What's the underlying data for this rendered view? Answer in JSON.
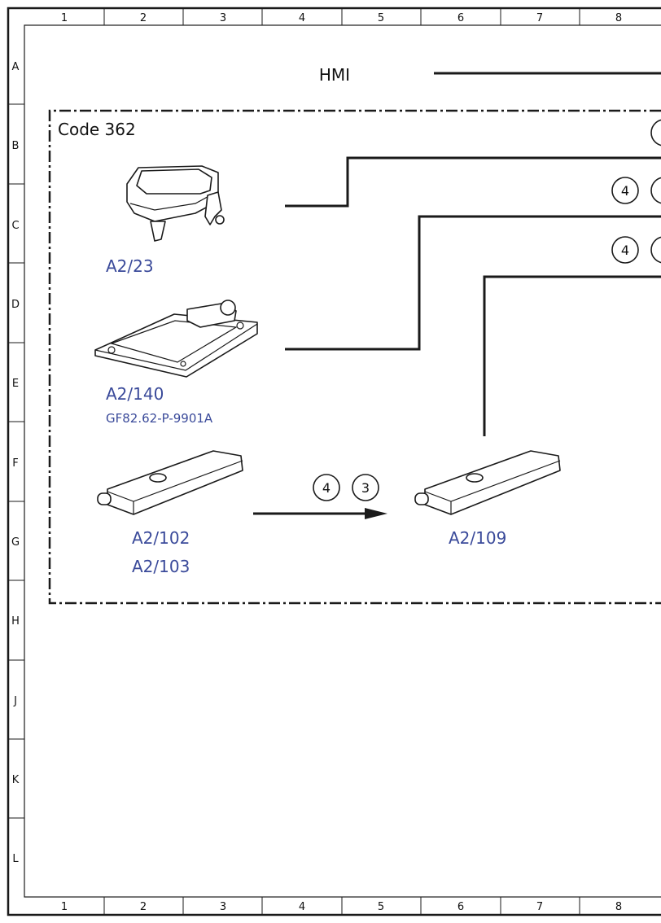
{
  "frame": {
    "columns": [
      "1",
      "2",
      "3",
      "4",
      "5",
      "6",
      "7",
      "8"
    ],
    "rows": [
      "A",
      "B",
      "C",
      "D",
      "E",
      "F",
      "G",
      "H",
      "J",
      "K",
      "L"
    ]
  },
  "header": {
    "title": "HMI"
  },
  "group": {
    "title": "Code 362"
  },
  "components": {
    "a2_23": {
      "label": "A2/23"
    },
    "a2_140": {
      "label": "A2/140",
      "part_number": "GF82.62-P-9901A"
    },
    "a2_102": {
      "label_1": "A2/102",
      "label_2": "A2/103"
    },
    "a2_109": {
      "label": "A2/109"
    }
  },
  "bubbles": {
    "wire_1": [
      "4",
      ""
    ],
    "wire_2": [
      "4",
      ""
    ],
    "arrow": [
      "4",
      "3"
    ]
  },
  "colors": {
    "label": "#3a4a9a",
    "line": "#1a1a1a"
  }
}
